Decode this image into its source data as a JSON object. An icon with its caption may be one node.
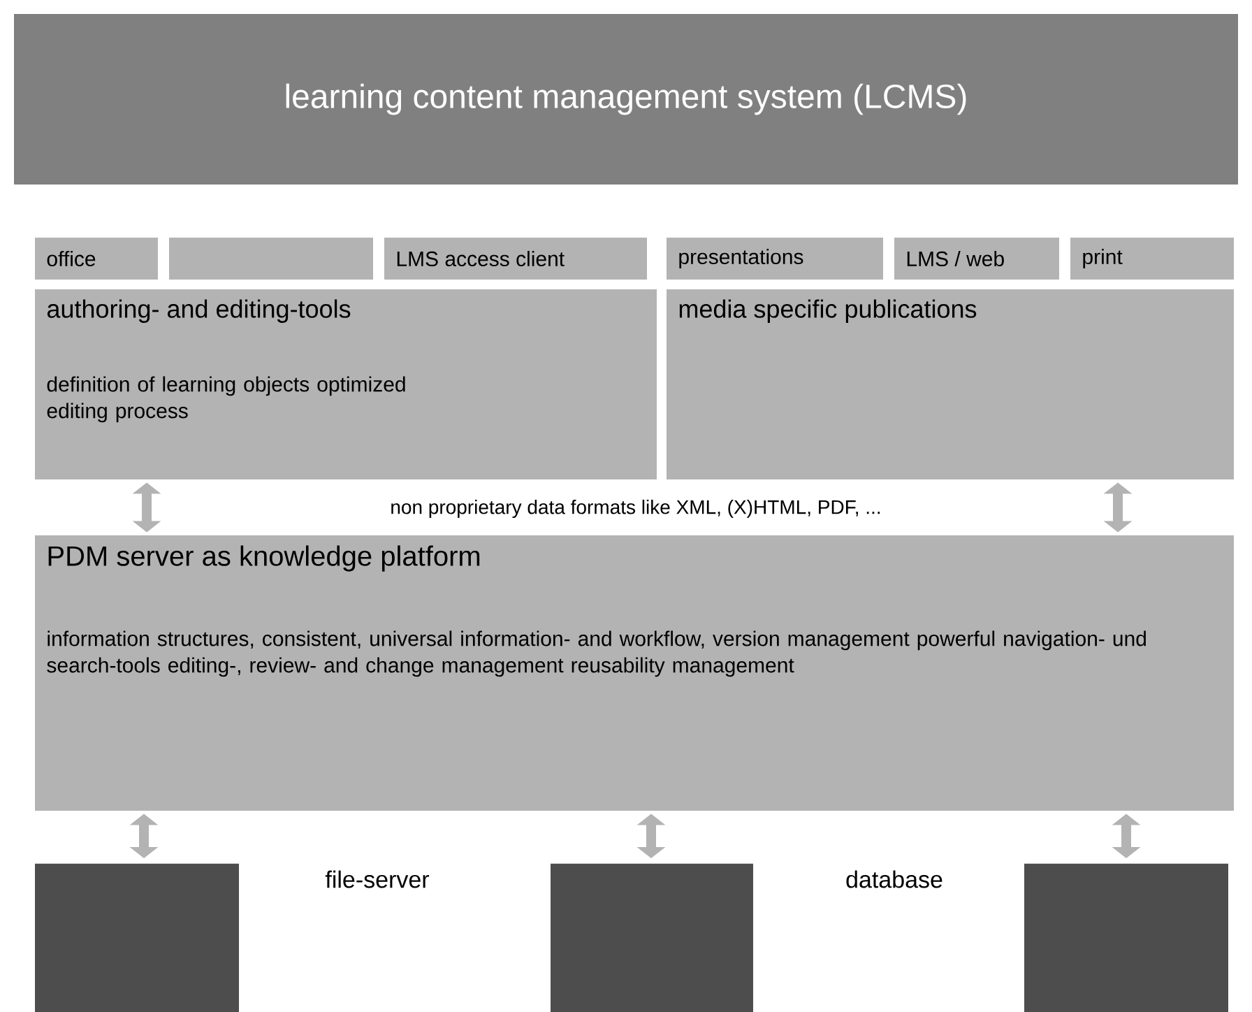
{
  "diagram": {
    "nodes": [
      {
        "text": [
          "learning content management system (LCMS)"
        ]
      },
      {
        "text": [
          "office"
        ]
      },
      {
        "text": [],
        "shape": "box"
      },
      {
        "text": [
          "LMS access client"
        ]
      },
      {
        "text": [
          "presentations"
        ]
      },
      {
        "text": [
          "LMS / web"
        ]
      },
      {
        "text": [
          "print"
        ]
      },
      {
        "text": [
          "authoring- and editing-tools",
          "definition of learning objects optimized editing process"
        ]
      },
      {
        "text": [
          "media specific publications"
        ]
      },
      {
        "text": [
          "PDM server as knowledge platform",
          "information structures, consistent, universal information- and workflow, version management powerful navigation- und search-tools editing-, review- and change management reusability management"
        ]
      },
      {
        "text": [],
        "shape": "cylinder"
      },
      {
        "text": [],
        "shape": "cylinder"
      },
      {
        "text": [],
        "shape": "cylinder"
      }
    ],
    "edges": [
      {
        "from": 7,
        "to": 9,
        "arrow": "both"
      },
      {
        "from": 8,
        "to": 9,
        "arrow": "both"
      },
      {
        "from": 9,
        "to": 10,
        "arrow": "both"
      },
      {
        "from": 9,
        "to": 11,
        "arrow": "both"
      },
      {
        "from": 9,
        "to": 12,
        "arrow": "both"
      }
    ],
    "labels": [
      "non proprietary data formats like XML, (X)HTML, PDF, ...",
      "file-server",
      "database"
    ]
  }
}
